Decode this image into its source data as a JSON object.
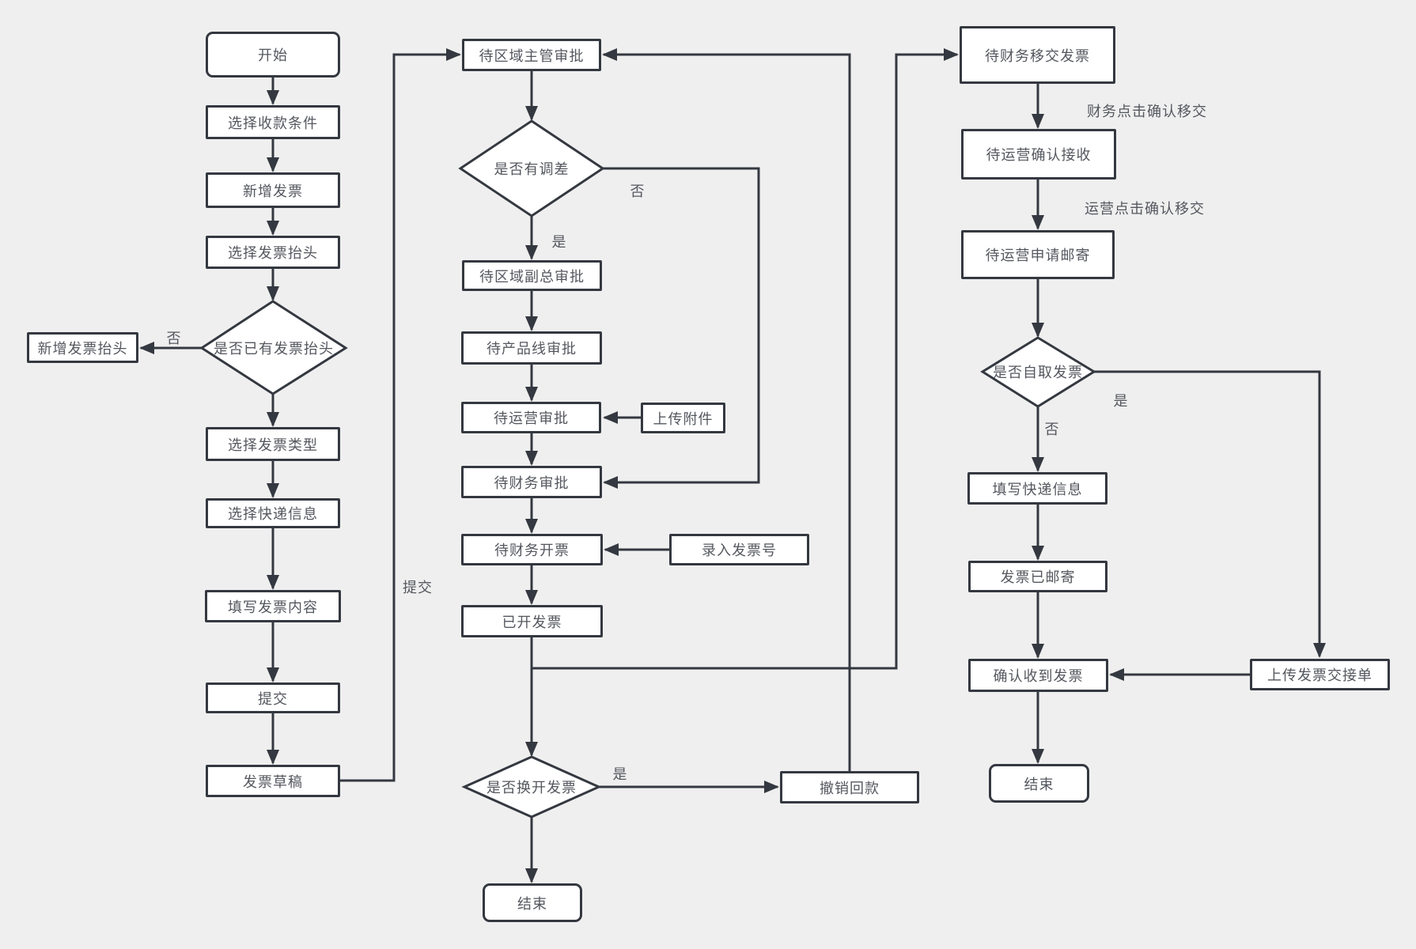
{
  "style": {
    "background": "#efefef",
    "line_color": "#343840",
    "node_fill": "#ffffff",
    "text_color": "#54575e"
  },
  "nodes": {
    "start": "开始",
    "select_payment_terms": "选择收款条件",
    "new_invoice": "新增发票",
    "select_invoice_title": "选择发票抬头",
    "has_invoice_title": "是否已有发票抬头",
    "add_invoice_title": "新增发票抬头",
    "select_invoice_type": "选择发票类型",
    "select_express_info": "选择快递信息",
    "fill_invoice_content": "填写发票内容",
    "submit": "提交",
    "invoice_draft": "发票草稿",
    "pending_region_manager": "待区域主管审批",
    "has_adjustment": "是否有调差",
    "pending_region_vp": "待区域副总审批",
    "pending_product_line": "待产品线审批",
    "pending_operations": "待运营审批",
    "upload_attachment": "上传附件",
    "pending_finance_approval": "待财务审批",
    "pending_finance_invoicing": "待财务开票",
    "enter_invoice_number": "录入发票号",
    "invoiced": "已开发票",
    "reissue_invoice": "是否换开发票",
    "cancel_payment": "撤销回款",
    "end_middle": "结束",
    "pending_finance_transfer": "待财务移交发票",
    "pending_ops_confirm_receive": "待运营确认接收",
    "pending_ops_request_mail": "待运营申请邮寄",
    "self_pickup_invoice": "是否自取发票",
    "fill_express_info": "填写快递信息",
    "invoice_mailed": "发票已邮寄",
    "confirm_invoice_received": "确认收到发票",
    "upload_handover_note": "上传发票交接单",
    "end_right": "结束"
  },
  "edge_labels": {
    "has_title_no": "否",
    "submit": "提交",
    "adjustment_yes": "是",
    "adjustment_no": "否",
    "reissue_yes": "是",
    "finance_click_transfer": "财务点击确认移交",
    "ops_click_transfer": "运营点击确认移交",
    "pickup_yes": "是",
    "pickup_no": "否"
  }
}
